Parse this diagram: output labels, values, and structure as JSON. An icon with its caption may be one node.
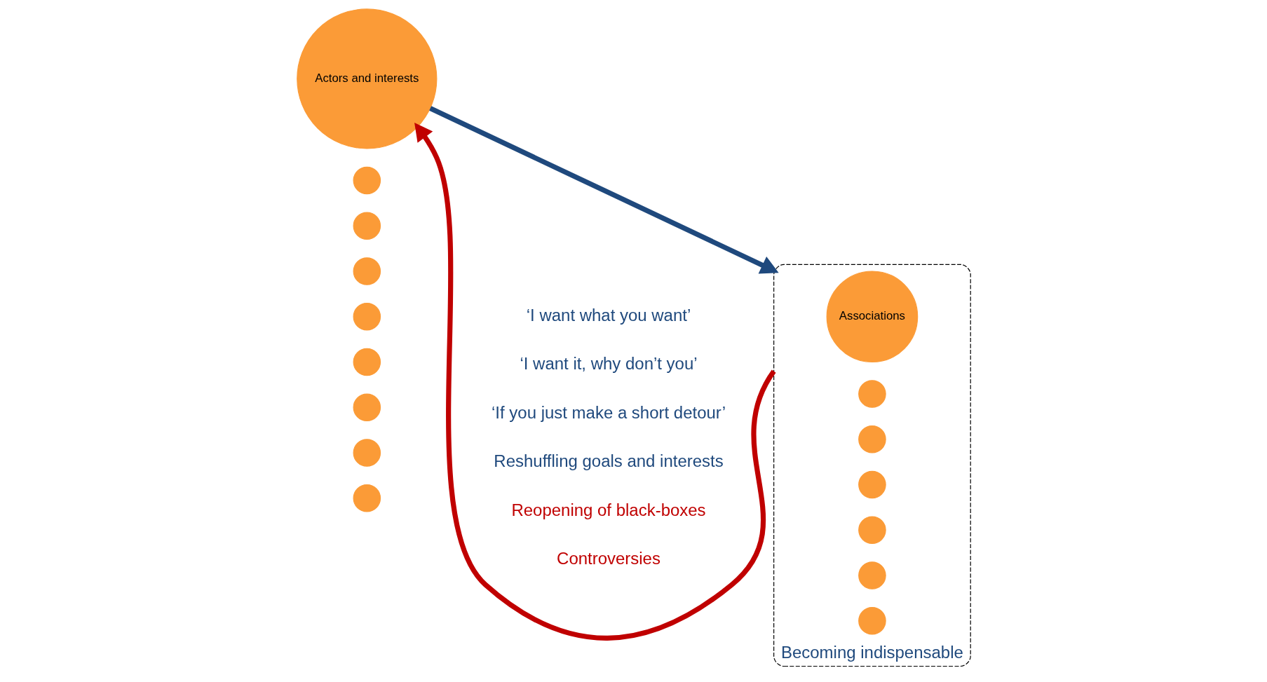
{
  "diagram": {
    "nodes": [
      {
        "text": [
          "Actors and interests"
        ]
      },
      {
        "text": [],
        "shape": "circle"
      },
      {
        "text": [],
        "shape": "circle"
      },
      {
        "text": [],
        "shape": "circle"
      },
      {
        "text": [],
        "shape": "circle"
      },
      {
        "text": [],
        "shape": "circle"
      },
      {
        "text": [],
        "shape": "circle"
      },
      {
        "text": [],
        "shape": "circle"
      },
      {
        "text": [],
        "shape": "circle"
      },
      {
        "text": [
          "Becoming indispensable"
        ]
      },
      {
        "text": [
          "Associations"
        ],
        "in": 9
      },
      {
        "text": [],
        "shape": "circle",
        "in": 9
      },
      {
        "text": [],
        "shape": "circle",
        "in": 9
      },
      {
        "text": [],
        "shape": "circle",
        "in": 9
      },
      {
        "text": [],
        "shape": "circle",
        "in": 9
      },
      {
        "text": [],
        "shape": "circle",
        "in": 9
      },
      {
        "text": [],
        "shape": "circle",
        "in": 9
      }
    ],
    "edges": [
      {
        "from": 0,
        "to": 9,
        "arrow": "to",
        "color": "#1f497d"
      },
      {
        "from": 9,
        "to": 0,
        "arrow": "to",
        "color": "#c00000"
      }
    ],
    "labels": [
      "‘I want what you want’",
      "‘I want it, why don’t you’",
      "‘If you just make a short detour’",
      "Reshuffling goals and interests",
      "Reopening of black-boxes",
      "Controversies"
    ]
  }
}
